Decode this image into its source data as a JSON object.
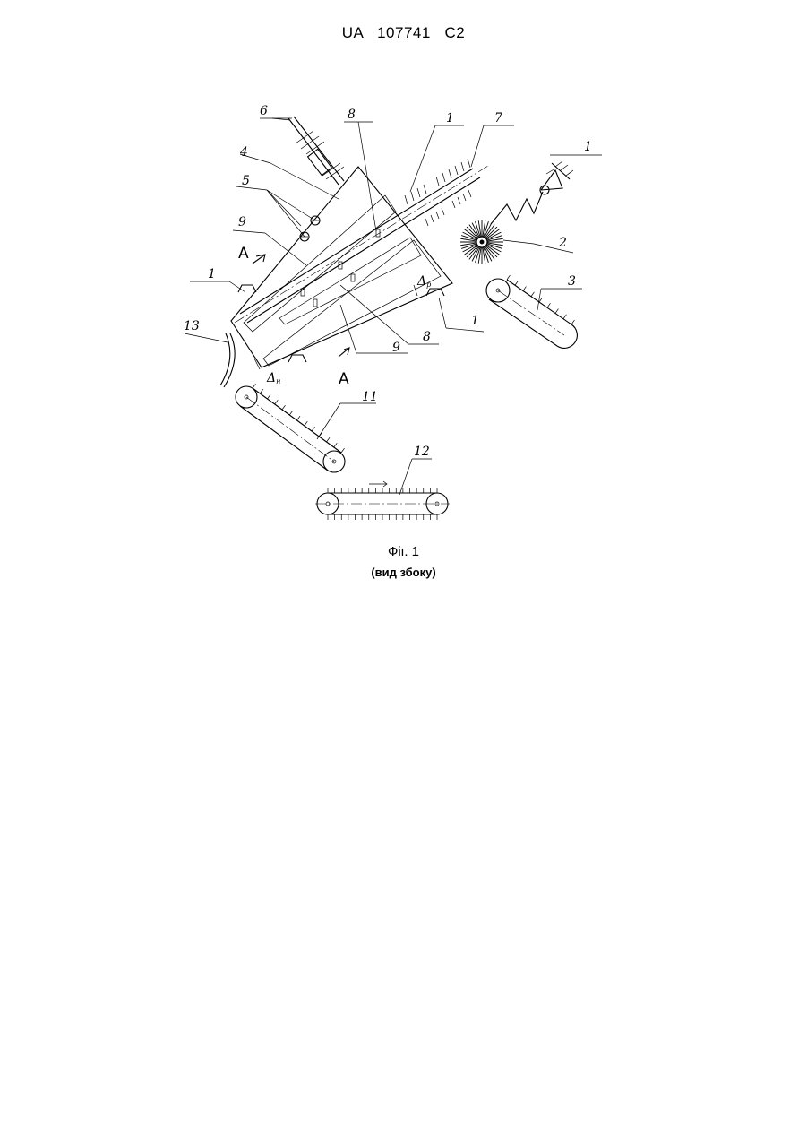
{
  "header": {
    "doc_id": "UA   107741   C2"
  },
  "figure": {
    "caption": "Фіг. 1",
    "subcaption": "(вид збоку)",
    "labels": {
      "l1a": "1",
      "l1b": "1",
      "l1c": "1",
      "l1d": "1",
      "l2": "2",
      "l3": "3",
      "l4": "4",
      "l5": "5",
      "l6": "6",
      "l7": "7",
      "l8a": "8",
      "l8b": "8",
      "l9a": "9",
      "l9b": "9",
      "l11": "11",
      "l12": "12",
      "l13": "13",
      "section_a1": "A",
      "section_a2": "A",
      "delta_p": "Δ",
      "delta_p_sub": "p",
      "delta_n": "Δ",
      "delta_n_sub": "н"
    }
  }
}
